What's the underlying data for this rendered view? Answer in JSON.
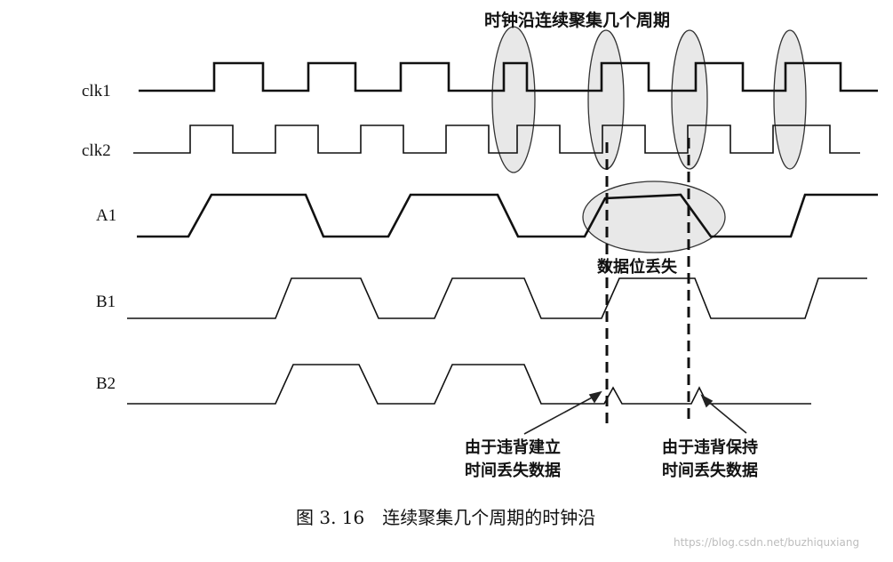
{
  "diagram": {
    "top_title": "时钟沿连续聚集几个周期",
    "mid_label": "数据位丢失",
    "signals": [
      {
        "id": "clk1",
        "label": "clk1"
      },
      {
        "id": "clk2",
        "label": "clk2"
      },
      {
        "id": "A1",
        "label": "A1"
      },
      {
        "id": "B1",
        "label": "B1"
      },
      {
        "id": "B2",
        "label": "B2"
      }
    ],
    "annotation_left": {
      "line1": "由于违背建立",
      "line2": "时间丢失数据"
    },
    "annotation_right": {
      "line1": "由于违背保持",
      "line2": "时间丢失数据"
    },
    "caption": "图 3. 16　连续聚集几个周期的时钟沿",
    "watermark": "https://blog.csdn.net/buzhiquxiang",
    "colors": {
      "ink": "#111111",
      "ellipse_fill": "#d9d9d9",
      "ellipse_stroke": "#333333"
    }
  }
}
